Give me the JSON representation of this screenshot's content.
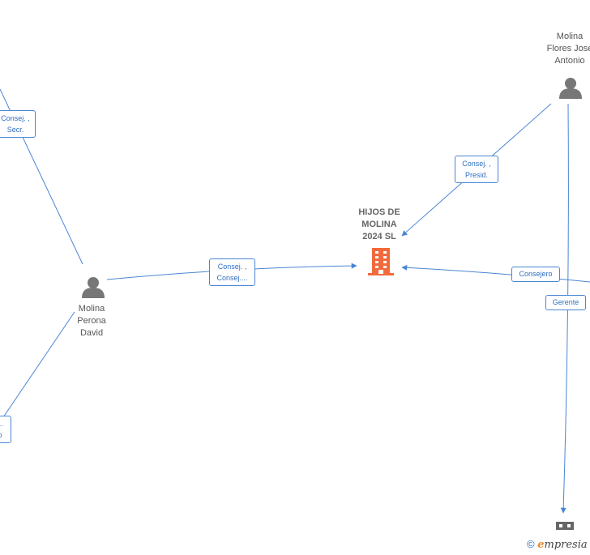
{
  "company": {
    "name": "HIJOS DE\nMOLINA\n2024  SL",
    "color": "#f26a3b"
  },
  "persons": [
    {
      "id": "molina-flores",
      "name": "Molina\nFlores Jose\nAntonio"
    },
    {
      "id": "molina-perona",
      "name": "Molina\nPerona\nDavid"
    }
  ],
  "edges": [
    {
      "id": "edge-top-left",
      "label": "Consej. ,\nSecr."
    },
    {
      "id": "edge-flores-presid",
      "label": "Consej. ,\nPresid."
    },
    {
      "id": "edge-perona-consej",
      "label": "Consej. ,\nConsej...."
    },
    {
      "id": "edge-consejero",
      "label": "Consejero"
    },
    {
      "id": "edge-gerente",
      "label": "Gerente"
    },
    {
      "id": "edge-bottom-left",
      "label": "...\no"
    }
  ],
  "footer": {
    "copyright": "©",
    "brand_first": "e",
    "brand_rest": "mpresia"
  },
  "colors": {
    "edge": "#4a86d4",
    "person_icon": "#777777",
    "company_icon": "#f26a3b",
    "small_company_icon": "#666666"
  }
}
